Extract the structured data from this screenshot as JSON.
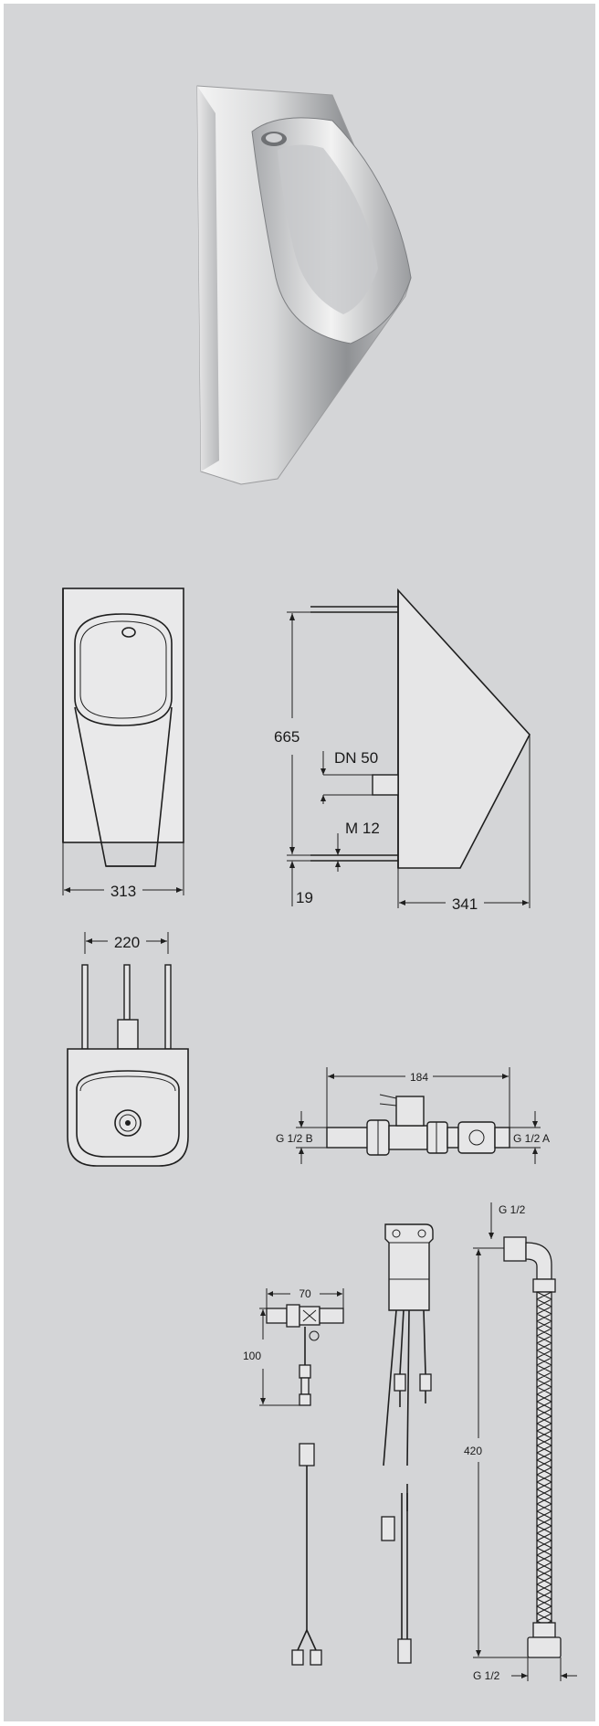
{
  "colors": {
    "background": "#d4d5d7",
    "line": "#1f1f1f",
    "steel_light": "#e4e5e6",
    "steel_dark": "#8a8c8f"
  },
  "front_view": {
    "width_label": "313"
  },
  "side_view": {
    "height_label": "665",
    "outlet_label": "DN 50",
    "bolt_label": "M 12",
    "offset_label": "19",
    "depth_label": "341"
  },
  "top_view": {
    "width_label": "220"
  },
  "valve": {
    "length_label": "184",
    "inlet_label": "G 1/2 B",
    "outlet_label": "G 1/2 A"
  },
  "connector": {
    "width_label": "70",
    "height_label": "100"
  },
  "hose": {
    "top_label": "G 1/2",
    "length_label": "420",
    "bottom_label": "G 1/2"
  }
}
